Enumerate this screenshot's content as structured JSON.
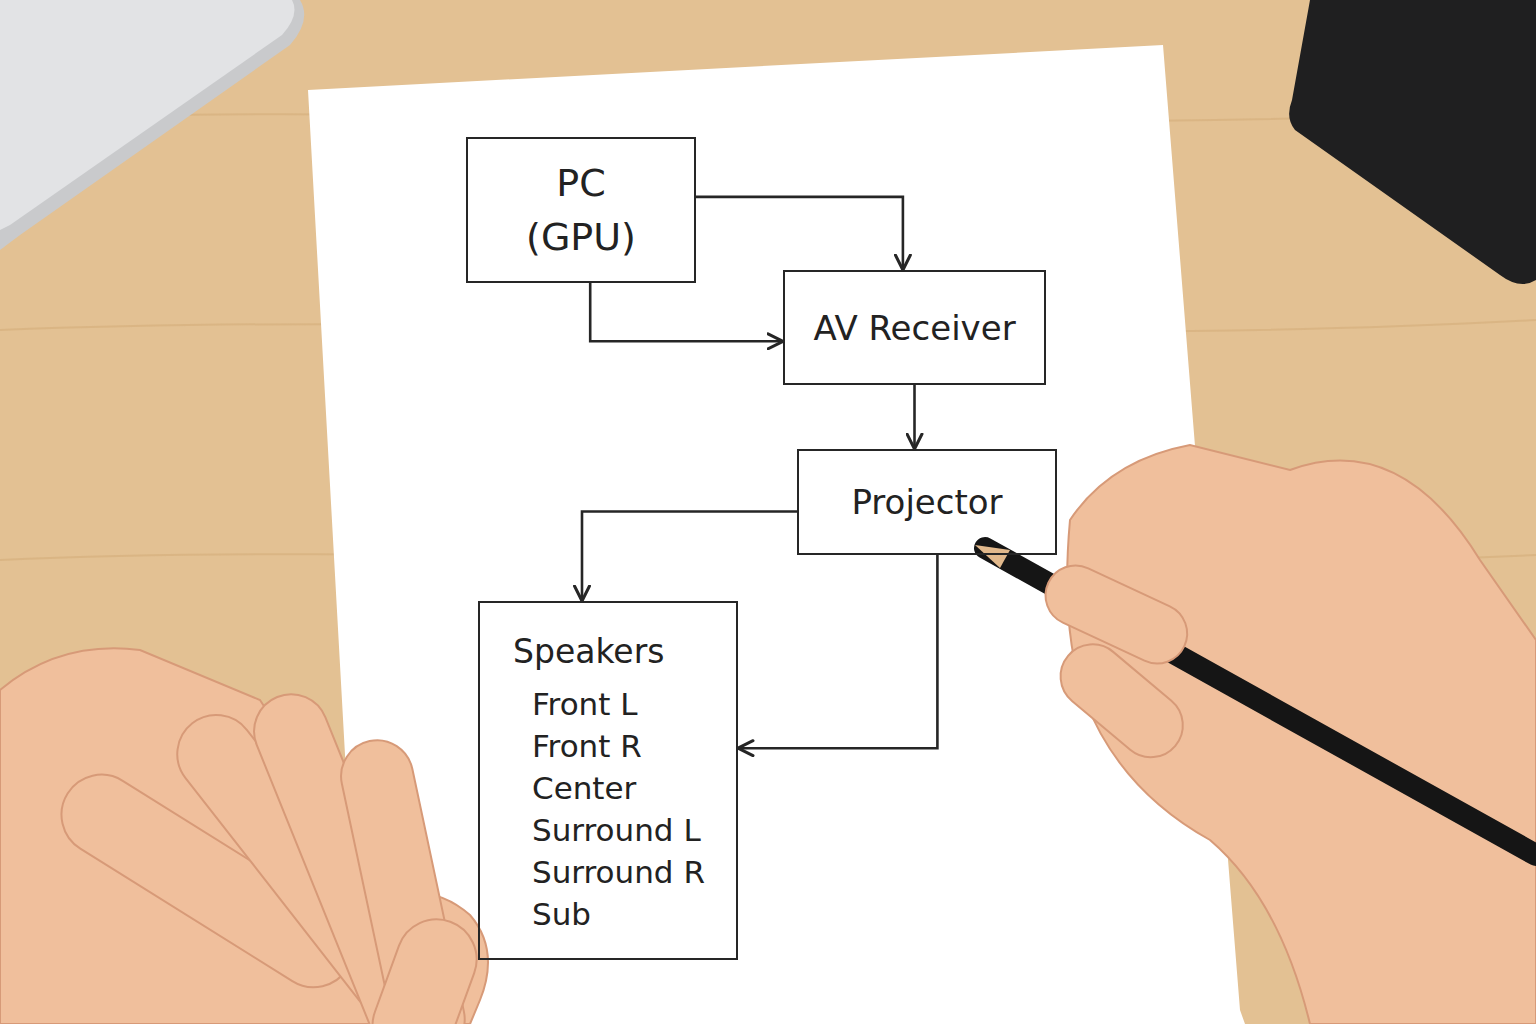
{
  "diagram": {
    "nodes": [
      {
        "text": [
          "PC (GPU)"
        ]
      },
      {
        "text": [
          "AV Receiver"
        ]
      },
      {
        "text": [
          "Projector"
        ]
      },
      {
        "text": [
          "Speakers",
          "Front L",
          "Front R",
          "Center",
          "Surround L",
          "Surround R",
          "Sub"
        ]
      }
    ],
    "edges": [
      {
        "from": 0,
        "to": 1,
        "arrow": "to"
      },
      {
        "from": 0,
        "to": 1,
        "arrow": "to"
      },
      {
        "from": 1,
        "to": 2,
        "arrow": "to"
      },
      {
        "from": 2,
        "to": 3,
        "arrow": "to"
      },
      {
        "from": 2,
        "to": 3,
        "arrow": "to"
      }
    ]
  }
}
